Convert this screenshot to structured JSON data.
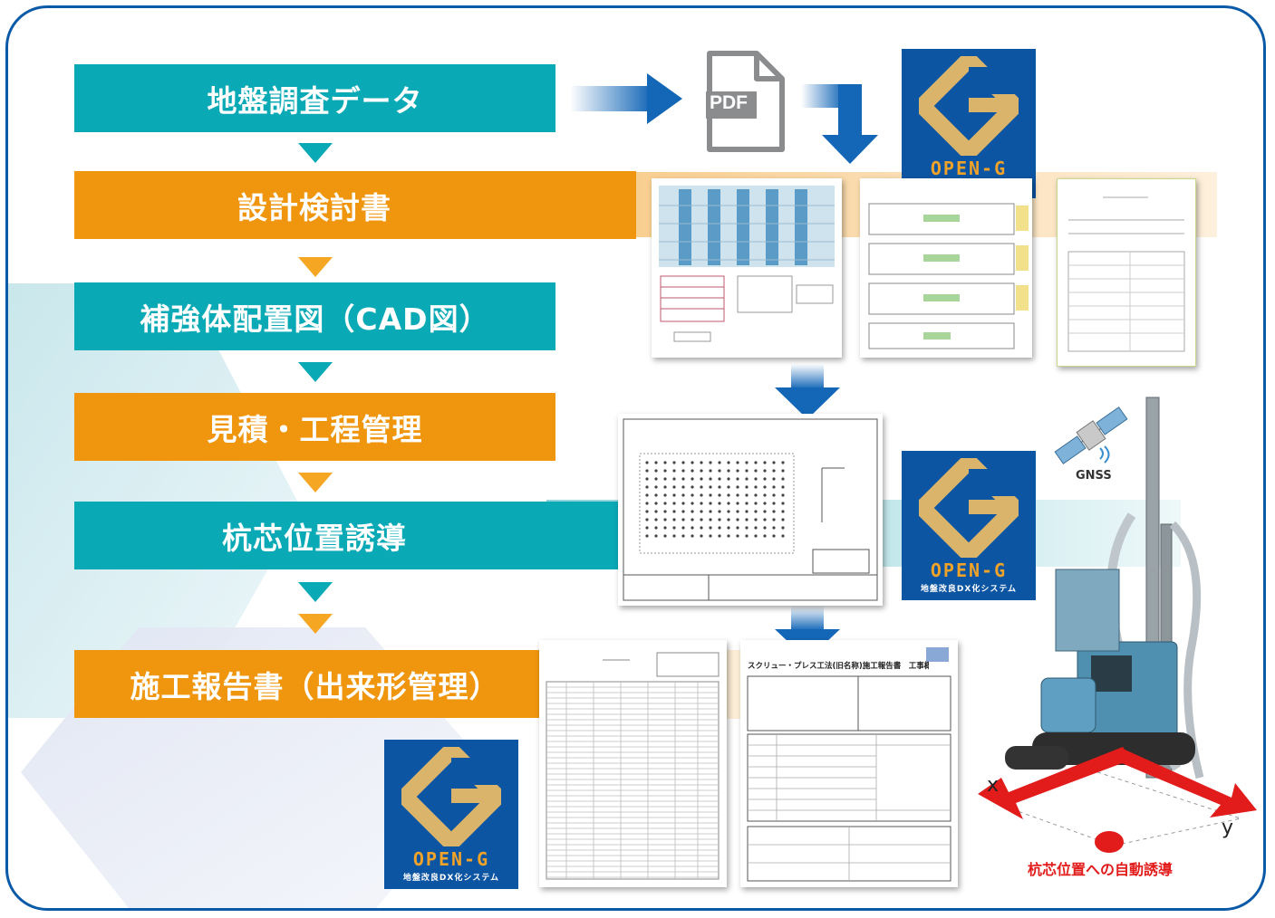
{
  "steps": [
    {
      "label": "地盤調査データ",
      "color": "teal"
    },
    {
      "label": "設計検討書",
      "color": "orange"
    },
    {
      "label": "補強体配置図（CAD図）",
      "color": "teal"
    },
    {
      "label": "見積・工程管理",
      "color": "orange"
    },
    {
      "label": "杭芯位置誘導",
      "color": "teal"
    },
    {
      "label": "施工報告書（出来形管理）",
      "color": "orange"
    }
  ],
  "pdf_icon": {
    "label": "PDF"
  },
  "logo": {
    "wordmark": "OPEN-G",
    "subtitle": "地盤改良DX化システム"
  },
  "gnss": {
    "label": "GNSS"
  },
  "axes": {
    "x_label": "x",
    "y_label": "y"
  },
  "caption": "杭芯位置への自動誘導",
  "report_doc": {
    "title": "スクリュー・プレス工法(旧名称)施工報告書　工事概要書"
  },
  "colors": {
    "teal": "#0aa9b6",
    "orange": "#f0960e",
    "navy": "#0c55a3",
    "gold": "#d9b46a",
    "red": "#e21b1b"
  }
}
